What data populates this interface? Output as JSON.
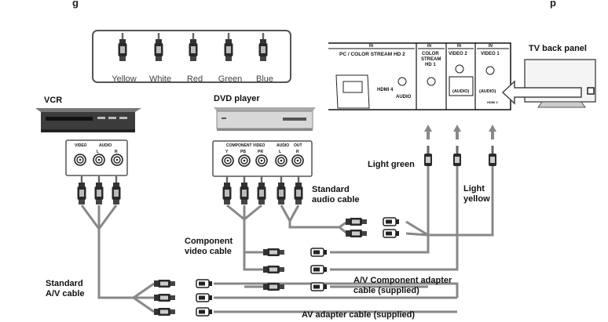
{
  "header_fragments": {
    "left": "g",
    "right": "p"
  },
  "legend": {
    "items": [
      {
        "label": "Yellow"
      },
      {
        "label": "White"
      },
      {
        "label": "Red"
      },
      {
        "label": "Green"
      },
      {
        "label": "Blue"
      }
    ]
  },
  "devices": {
    "vcr": {
      "title": "VCR",
      "jacks_video": "VIDEO",
      "jacks_audio": "AUDIO",
      "jack_l": "L",
      "jack_r": "R"
    },
    "dvd": {
      "title": "DVD player",
      "jacks_component": "COMPONENT VIDEO",
      "jacks_audio": "AUDIO",
      "jacks_out": "OUT",
      "jack_y": "Y",
      "jack_pb": "PB",
      "jack_pr": "PR",
      "jack_l": "L",
      "jack_r": "R"
    },
    "tv": {
      "title": "TV back panel",
      "in_labels": [
        "IN",
        "IN",
        "IN",
        "IN"
      ],
      "pc_input": "PC / COLOR STREAM HD 2",
      "color_stream": [
        "COLOR",
        "STREAM",
        "HD 1"
      ],
      "video2": "VIDEO 2",
      "video1": "VIDEO 1",
      "hdmi4": "HDMI 4",
      "audio": "AUDIO",
      "audio_paren": "(AUDIO)",
      "audio_paren2": "(AUDIO)",
      "hdmi_small": "HDMI 3"
    }
  },
  "labels": {
    "light_green": "Light green",
    "light_yellow": [
      "Light",
      "yellow"
    ],
    "standard_audio": [
      "Standard",
      "audio cable"
    ],
    "component_video": [
      "Component",
      "video cable"
    ],
    "av_component_adapter": [
      "A/V Component adapter",
      "cable (supplied)"
    ],
    "standard_av": [
      "Standard",
      "A/V cable"
    ],
    "av_adapter": "AV adapter cable (supplied)"
  }
}
